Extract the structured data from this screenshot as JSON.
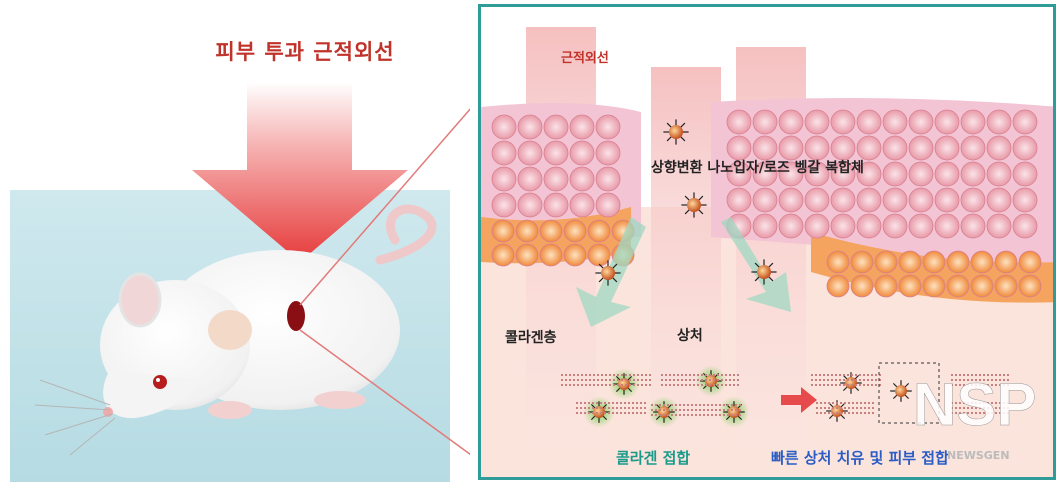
{
  "left": {
    "title": "피부 투과 근적외선"
  },
  "right": {
    "nir_label": "근적외선",
    "complex_label": "상향변환 나노입자/로즈 벵갈 복합체",
    "collagen_layer_label": "콜라겐층",
    "wound_label": "상처",
    "collagen_bonding_label": "콜라겐 접합",
    "result_label": "빠른 상처 치유 및 피부 접합"
  },
  "watermark": {
    "logo_text": "NSP",
    "sub_text": "NEWSGEN"
  },
  "colors": {
    "frame": "#2f9c9a",
    "arrow_red": "#e64a4a",
    "title_red": "#c0332b",
    "teal_text": "#1a9a8a",
    "blue_text": "#2a5cc5"
  }
}
